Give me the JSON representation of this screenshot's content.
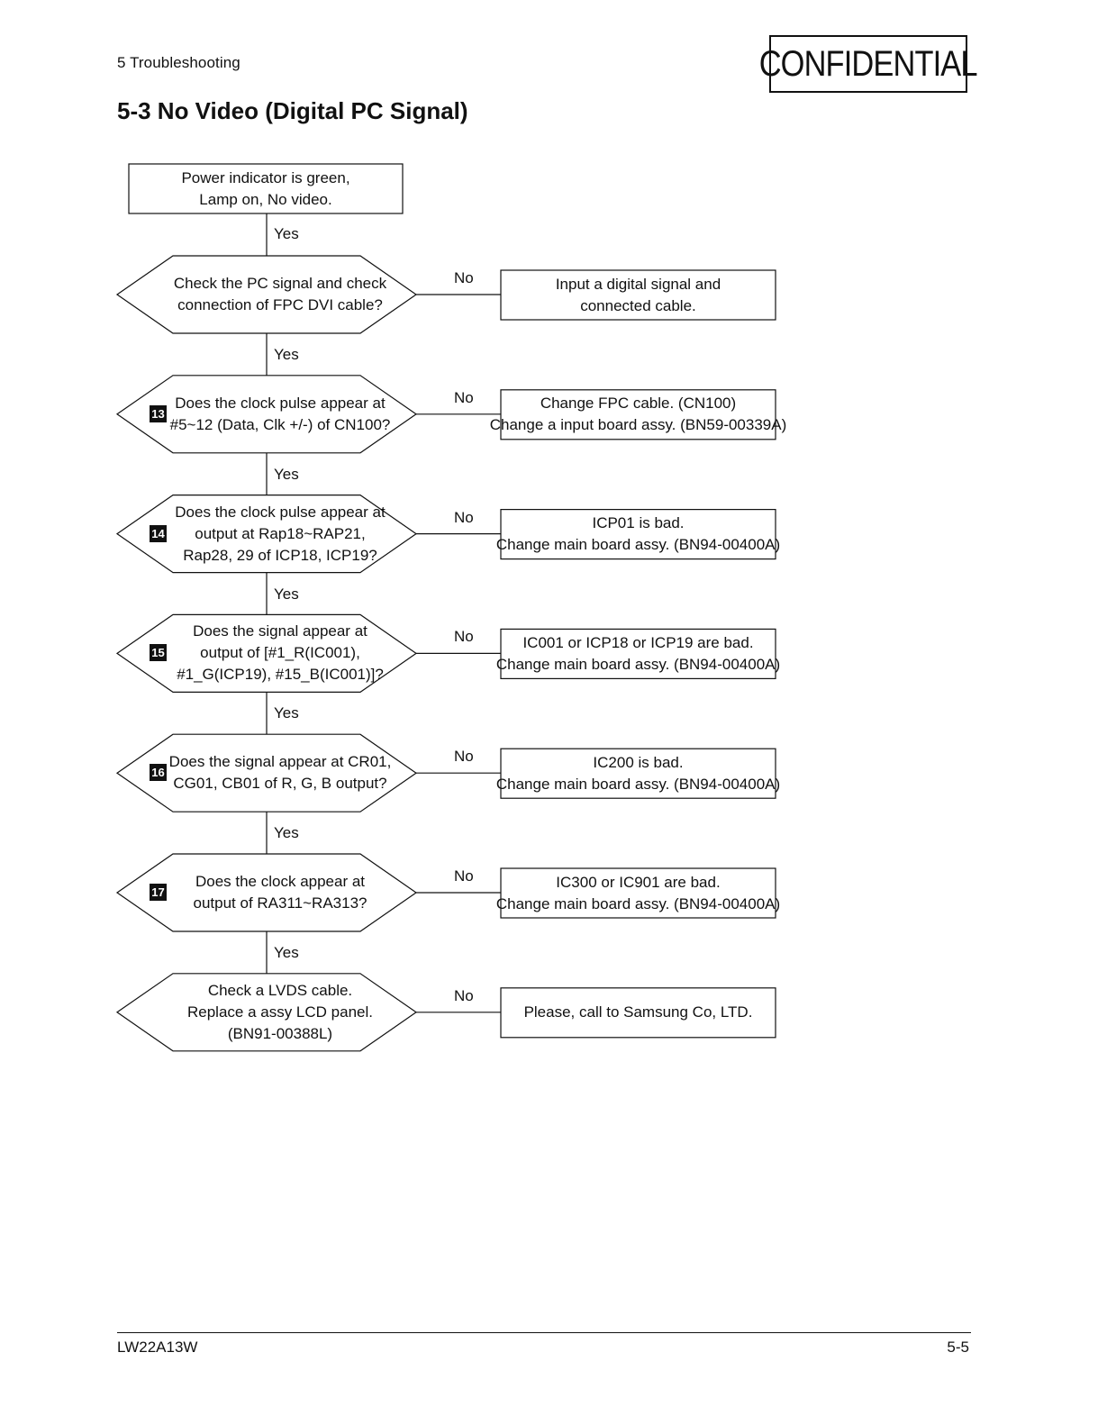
{
  "header": {
    "section": "5 Troubleshooting",
    "confidential": "CONFIDENTIAL",
    "title": "5-3 No Video (Digital PC Signal)"
  },
  "flowchart": {
    "start": {
      "lines": [
        "Power indicator is green,",
        "Lamp on, No video."
      ]
    },
    "decisions": [
      {
        "badge": "",
        "lines": [
          "Check the PC signal and check",
          "connection of FPC DVI cable?"
        ]
      },
      {
        "badge": "13",
        "lines": [
          "Does the clock pulse appear at",
          "#5~12 (Data, Clk +/-) of CN100?"
        ]
      },
      {
        "badge": "14",
        "lines": [
          "Does the clock pulse appear at",
          "output at Rap18~RAP21,",
          "Rap28, 29 of ICP18, ICP19?"
        ]
      },
      {
        "badge": "15",
        "lines": [
          "Does the signal appear at",
          "output of [#1_R(IC001),",
          "#1_G(ICP19), #15_B(IC001)]?"
        ]
      },
      {
        "badge": "16",
        "lines": [
          "Does the signal appear at CR01,",
          "CG01, CB01 of R, G, B output?"
        ]
      },
      {
        "badge": "17",
        "lines": [
          "Does the clock appear at",
          "output of RA311~RA313?"
        ]
      },
      {
        "badge": "",
        "lines": [
          "Check a LVDS cable.",
          "Replace a assy LCD panel.",
          "(BN91-00388L)"
        ]
      }
    ],
    "actions": [
      {
        "lines": [
          "Input a digital signal and",
          "connected cable."
        ]
      },
      {
        "lines": [
          "Change FPC cable. (CN100)",
          "Change a input board assy. (BN59-00339A)"
        ]
      },
      {
        "lines": [
          "ICP01 is bad.",
          "Change main board assy. (BN94-00400A)"
        ]
      },
      {
        "lines": [
          "IC001 or ICP18 or ICP19 are bad.",
          "Change main board assy. (BN94-00400A)"
        ]
      },
      {
        "lines": [
          "IC200 is bad.",
          "Change main board assy. (BN94-00400A)"
        ]
      },
      {
        "lines": [
          "IC300 or IC901 are bad.",
          "Change main board assy. (BN94-00400A)"
        ]
      },
      {
        "lines": [
          "Please, call to Samsung Co, LTD."
        ]
      }
    ],
    "yes_label": "Yes",
    "no_label": "No"
  },
  "footer": {
    "model": "LW22A13W",
    "page": "5-5"
  }
}
